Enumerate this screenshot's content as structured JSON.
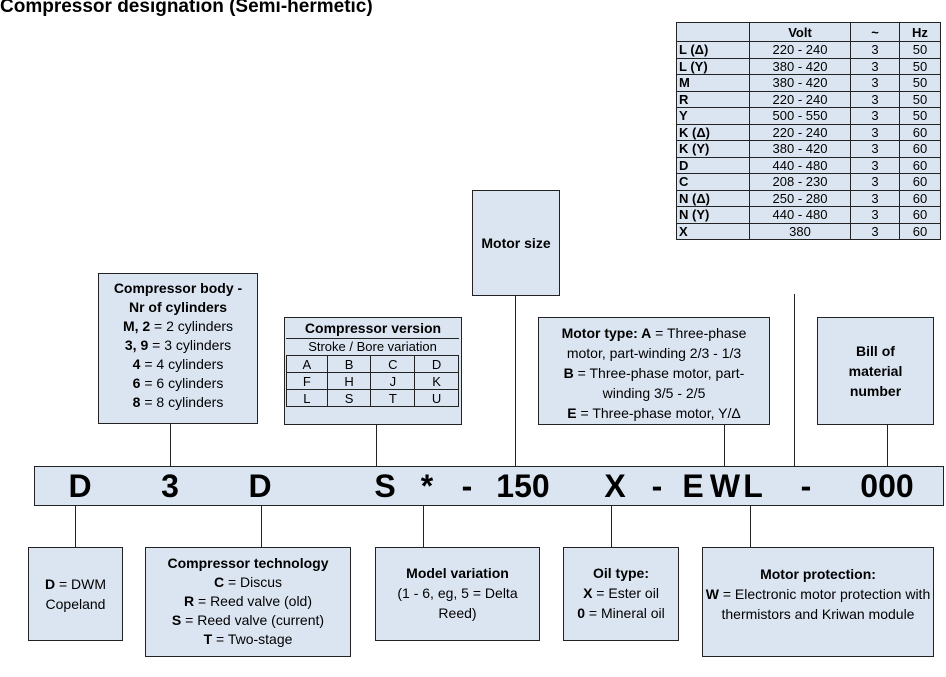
{
  "title": "Compressor designation (Semi-hermetic) ",
  "code": [
    "D",
    "3",
    "D",
    "S",
    "*",
    "-",
    "150",
    "X",
    "-",
    "E",
    "W",
    "L",
    "-",
    "000"
  ],
  "volt_table": {
    "headers": [
      "",
      "Volt",
      "~",
      "Hz"
    ],
    "rows": [
      [
        "L (Δ)",
        "220 - 240",
        "3",
        "50"
      ],
      [
        "L (Y)",
        "380 - 420",
        "3",
        "50"
      ],
      [
        "M",
        "380 - 420",
        "3",
        "50"
      ],
      [
        "R",
        "220 - 240",
        "3",
        "50"
      ],
      [
        "Y",
        "500 - 550",
        "3",
        "50"
      ],
      [
        "K (Δ)",
        "220 - 240",
        "3",
        "60"
      ],
      [
        "K (Y)",
        "380 - 420",
        "3",
        "60"
      ],
      [
        "D",
        "440 - 480",
        "3",
        "60"
      ],
      [
        "C",
        "208 - 230",
        "3",
        "60"
      ],
      [
        "N (Δ)",
        "250 - 280",
        "3",
        "60"
      ],
      [
        "N (Y)",
        "440 - 480",
        "3",
        "60"
      ],
      [
        "X",
        "380",
        "3",
        "60"
      ]
    ]
  },
  "compressor_body": {
    "title": "Compressor body - Nr of cylinders",
    "lines": [
      {
        "key": "M, 2",
        "text": " = 2 cylinders"
      },
      {
        "key": "3, 9",
        "text": " = 3 cylinders"
      },
      {
        "key": "4",
        "text": " = 4 cylinders"
      },
      {
        "key": "6",
        "text": " = 6 cylinders"
      },
      {
        "key": "8",
        "text": " = 8 cylinders"
      }
    ]
  },
  "compressor_version": {
    "title": "Compressor version",
    "subtitle": "Stroke / Bore variation",
    "grid": [
      [
        "A",
        "B",
        "C",
        "D"
      ],
      [
        "F",
        "H",
        "J",
        "K"
      ],
      [
        "L",
        "S",
        "T",
        "U"
      ]
    ]
  },
  "motor_size": "Motor size",
  "motor_type": {
    "lines": [
      {
        "key": "Motor type: A",
        "text": " = Three-phase motor, part-winding 2/3 - 1/3"
      },
      {
        "key": "B",
        "text": " = Three-phase motor, part-winding 3/5 - 2/5"
      },
      {
        "key": "E",
        "text": " = Three-phase motor, Y/Δ"
      }
    ]
  },
  "bill_of_material": "Bill of material number",
  "dwm": {
    "key": "D",
    "text": " = DWM Copeland"
  },
  "compressor_technology": {
    "title": "Compressor technology",
    "lines": [
      {
        "key": "C",
        "text": " = Discus"
      },
      {
        "key": "R",
        "text": " = Reed valve (old)"
      },
      {
        "key": "S",
        "text": " = Reed valve (current)"
      },
      {
        "key": "T",
        "text": " = Two-stage"
      }
    ]
  },
  "model_variation": {
    "title": "Model variation",
    "text": "(1 - 6, eg, 5 = Delta Reed)"
  },
  "oil_type": {
    "title": "Oil type:",
    "lines": [
      {
        "key": "X",
        "text": " = Ester oil"
      },
      {
        "key": "0",
        "text": " = Mineral oil"
      }
    ]
  },
  "motor_protection": {
    "title": "Motor protection:",
    "key": "W",
    "text": " = Electronic motor protection with thermistors and Kriwan module"
  }
}
